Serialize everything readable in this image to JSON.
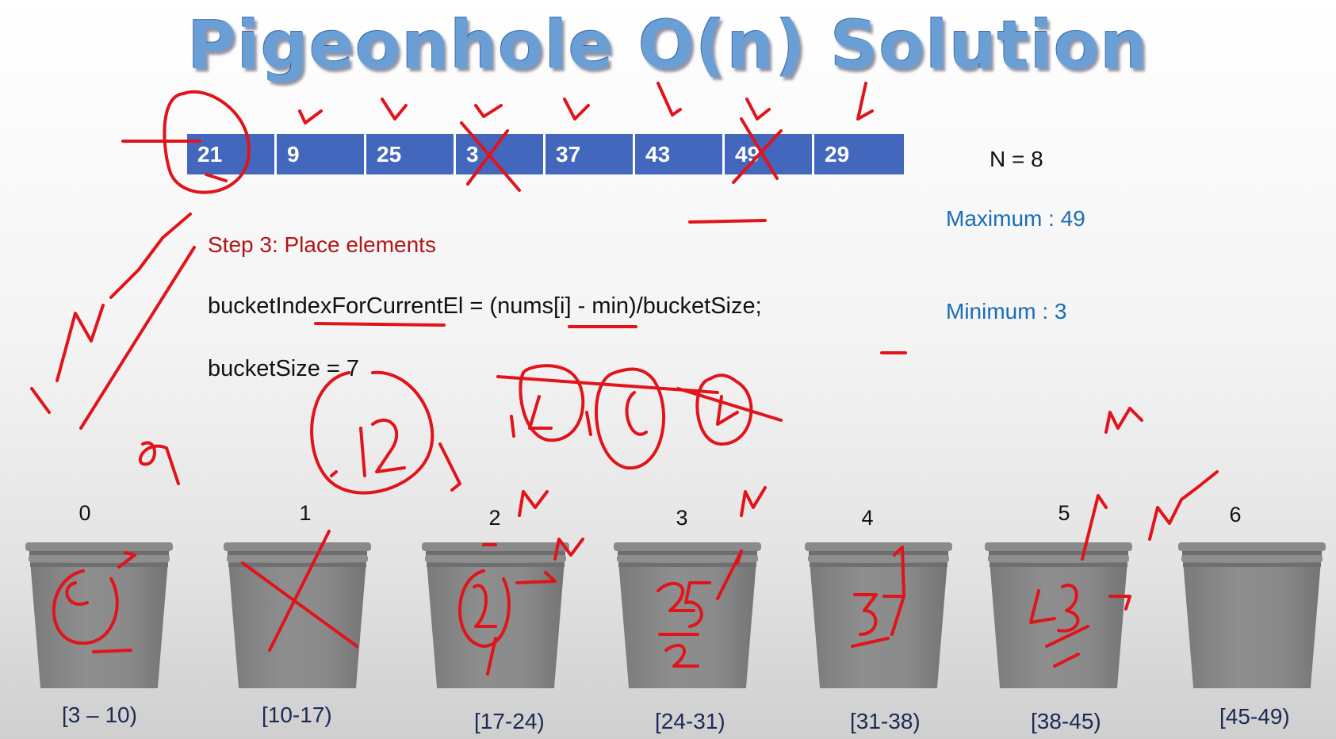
{
  "slide": {
    "title": "Pigeonhole O(n) Solution",
    "array": [
      "21",
      "9",
      "25",
      "3",
      "37",
      "43",
      "49",
      "29"
    ],
    "n_label": "N = 8",
    "maximum": "Maximum : 49",
    "minimum": "Minimum : 3",
    "step": "Step 3: Place elements",
    "formula": "bucketIndexForCurrentEl = (nums[i] - min)/bucketSize;",
    "bucket_size": "bucketSize = 7",
    "buckets": [
      {
        "index": "0",
        "range": "[3 – 10)"
      },
      {
        "index": "1",
        "range": "[10-17)"
      },
      {
        "index": "2",
        "range": "[17-24)"
      },
      {
        "index": "3",
        "range": "[24-31)"
      },
      {
        "index": "4",
        "range": "[31-38)"
      },
      {
        "index": "5",
        "range": "[38-45)"
      },
      {
        "index": "6",
        "range": "[45-49)"
      }
    ]
  },
  "colors": {
    "title": "#6a9fd6",
    "array_cell": "#4267bd",
    "stat_text": "#1a6cb8",
    "step_text": "#b11616",
    "ink": "#e0141a",
    "bucket": "#8a8a8a"
  }
}
